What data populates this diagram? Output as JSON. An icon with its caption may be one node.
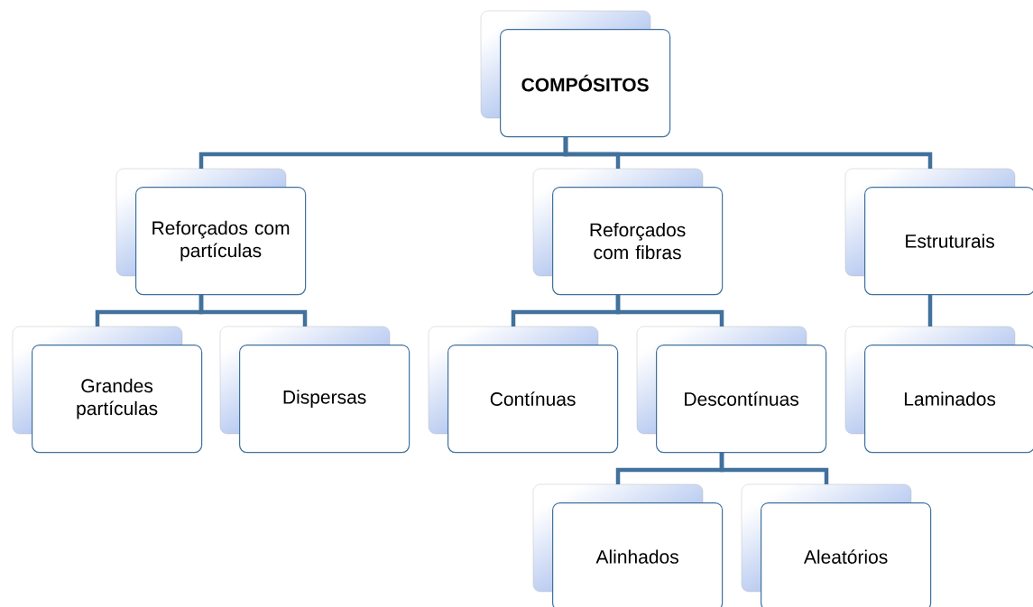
{
  "diagram": {
    "nodes": [
      {
        "text": [
          "COMPÓSITOS"
        ]
      },
      {
        "text": [
          "Reforçados com partículas"
        ]
      },
      {
        "text": [
          "Reforçados com fibras"
        ]
      },
      {
        "text": [
          "Estruturais"
        ]
      },
      {
        "text": [
          "Grandes partículas"
        ]
      },
      {
        "text": [
          "Dispersas"
        ]
      },
      {
        "text": [
          "Contínuas"
        ]
      },
      {
        "text": [
          "Descontínuas"
        ]
      },
      {
        "text": [
          "Laminados"
        ]
      },
      {
        "text": [
          "Alinhados"
        ]
      },
      {
        "text": [
          "Aleatórios"
        ]
      }
    ],
    "edges": [
      {
        "from": 0,
        "to": 1,
        "arrow": "none"
      },
      {
        "from": 0,
        "to": 2,
        "arrow": "none"
      },
      {
        "from": 0,
        "to": 3,
        "arrow": "none"
      },
      {
        "from": 1,
        "to": 4,
        "arrow": "none"
      },
      {
        "from": 1,
        "to": 5,
        "arrow": "none"
      },
      {
        "from": 2,
        "to": 6,
        "arrow": "none"
      },
      {
        "from": 2,
        "to": 7,
        "arrow": "none"
      },
      {
        "from": 3,
        "to": 8,
        "arrow": "none"
      },
      {
        "from": 7,
        "to": 9,
        "arrow": "none"
      },
      {
        "from": 7,
        "to": 10,
        "arrow": "none"
      }
    ]
  }
}
